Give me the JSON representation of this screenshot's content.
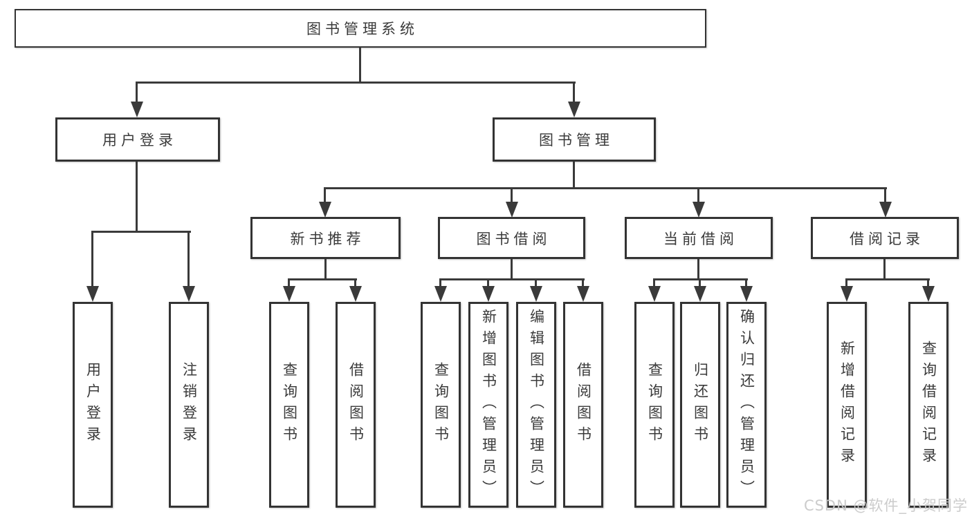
{
  "tree": {
    "root": {
      "label": "图书管理系统",
      "children": [
        {
          "label": "用户登录",
          "children": [
            {
              "label": "用户登录"
            },
            {
              "label": "注销登录"
            }
          ]
        },
        {
          "label": "图书管理",
          "children": [
            {
              "label": "新书推荐",
              "children": [
                {
                  "label": "查询图书"
                },
                {
                  "label": "借阅图书"
                }
              ]
            },
            {
              "label": "图书借阅",
              "children": [
                {
                  "label": "查询图书"
                },
                {
                  "label": "新增图书（管理员）"
                },
                {
                  "label": "编辑图书（管理员）"
                },
                {
                  "label": "借阅图书"
                }
              ]
            },
            {
              "label": "当前借阅",
              "children": [
                {
                  "label": "查询图书"
                },
                {
                  "label": "归还图书"
                },
                {
                  "label": "确认归还（管理员）"
                }
              ]
            },
            {
              "label": "借阅记录",
              "children": [
                {
                  "label": "新增借阅记录"
                },
                {
                  "label": "查询借阅记录"
                }
              ]
            }
          ]
        }
      ]
    }
  },
  "watermark": {
    "text": "CSDN @软件_小贺同学"
  },
  "colors": {
    "line": "#3a3a3a",
    "box_border": "#333333",
    "text": "#3a3a3a",
    "watermark": "#c9c9c9",
    "background": "#ffffff"
  }
}
